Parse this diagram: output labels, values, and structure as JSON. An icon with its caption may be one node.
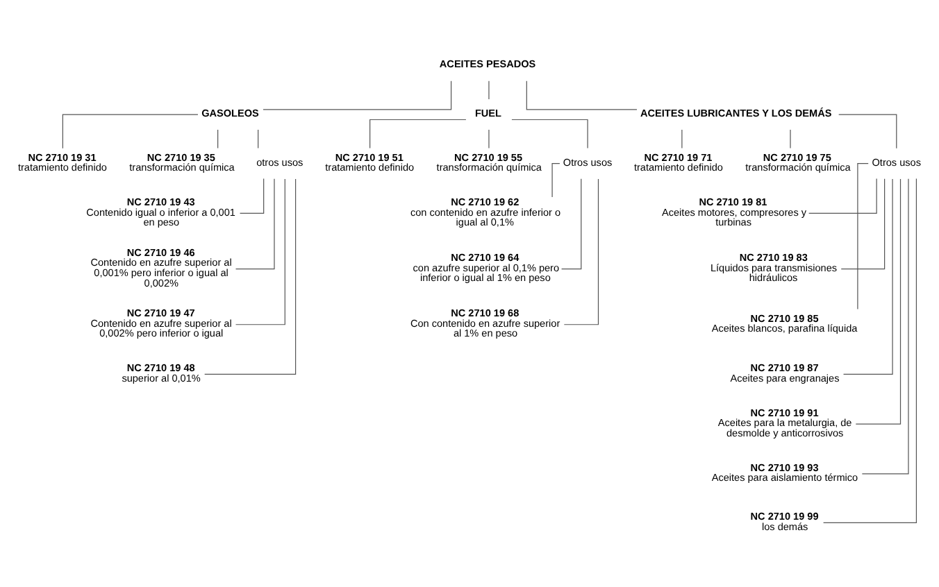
{
  "diagram": {
    "nodes": [
      {
        "text": [
          "ACEITES PESADOS"
        ]
      },
      {
        "text": [
          "GASOLEOS"
        ]
      },
      {
        "text": [
          "FUEL"
        ]
      },
      {
        "text": [
          "ACEITES LUBRICANTES Y LOS DEMÁS"
        ]
      },
      {
        "text": [
          "NC 2710 19 31",
          "tratamiento definido"
        ]
      },
      {
        "text": [
          "NC 2710 19 35",
          "transformación química"
        ]
      },
      {
        "text": [
          "otros usos"
        ]
      },
      {
        "text": [
          "NC 2710 19 43",
          "Contenido igual o inferior a 0,001 en peso"
        ]
      },
      {
        "text": [
          "NC 2710 19 46",
          "Contenido en azufre superior al 0,001% pero inferior o igual al 0,002%"
        ]
      },
      {
        "text": [
          "NC 2710 19 47",
          "Contenido en azufre superior al 0,002% pero inferior o igual"
        ]
      },
      {
        "text": [
          "NC 2710 19 48",
          "superior al 0,01%"
        ]
      },
      {
        "text": [
          "NC 2710 19 51",
          "tratamiento definido"
        ]
      },
      {
        "text": [
          "NC 2710 19 55",
          "transformación química"
        ]
      },
      {
        "text": [
          "Otros usos"
        ]
      },
      {
        "text": [
          "NC 2710 19 62",
          "con contenido en azufre inferior o igual al 0,1%"
        ]
      },
      {
        "text": [
          "NC 2710 19 64",
          "con azufre superior al 0,1% pero inferior o igual al 1% en peso"
        ]
      },
      {
        "text": [
          "NC 2710 19 68",
          "Con contenido en azufre superior al 1% en peso"
        ]
      },
      {
        "text": [
          "NC 2710 19 71",
          "tratamiento definido"
        ]
      },
      {
        "text": [
          "NC 2710 19 75",
          "transformación química"
        ]
      },
      {
        "text": [
          "Otros usos"
        ]
      },
      {
        "text": [
          "NC 2710 19 81",
          "Aceites motores, compresores y turbinas"
        ]
      },
      {
        "text": [
          "NC 2710 19 83",
          "Líquidos para transmisiones hidráulicos"
        ]
      },
      {
        "text": [
          "NC 2710 19 85",
          "Aceites blancos, parafina líquida"
        ]
      },
      {
        "text": [
          "NC 2710 19 87",
          "Aceites para engranajes"
        ]
      },
      {
        "text": [
          "NC 2710 19 91",
          "Aceites para la metalurgia, de desmolde y anticorrosivos"
        ]
      },
      {
        "text": [
          "NC 2710 19 93",
          "Aceites para aislamiento térmico"
        ]
      },
      {
        "text": [
          "NC 2710 19 99",
          "los demás"
        ]
      }
    ],
    "edges": [
      {
        "from": 0,
        "to": 1,
        "arrow": "none"
      },
      {
        "from": 0,
        "to": 2,
        "arrow": "none"
      },
      {
        "from": 0,
        "to": 3,
        "arrow": "none"
      },
      {
        "from": 1,
        "to": 4,
        "arrow": "none"
      },
      {
        "from": 1,
        "to": 5,
        "arrow": "none"
      },
      {
        "from": 1,
        "to": 6,
        "arrow": "none"
      },
      {
        "from": 6,
        "to": 7,
        "arrow": "none"
      },
      {
        "from": 6,
        "to": 8,
        "arrow": "none"
      },
      {
        "from": 6,
        "to": 9,
        "arrow": "none"
      },
      {
        "from": 6,
        "to": 10,
        "arrow": "none"
      },
      {
        "from": 2,
        "to": 11,
        "arrow": "none"
      },
      {
        "from": 2,
        "to": 12,
        "arrow": "none"
      },
      {
        "from": 2,
        "to": 13,
        "arrow": "none"
      },
      {
        "from": 13,
        "to": 14,
        "arrow": "none"
      },
      {
        "from": 13,
        "to": 15,
        "arrow": "none"
      },
      {
        "from": 13,
        "to": 16,
        "arrow": "none"
      },
      {
        "from": 3,
        "to": 17,
        "arrow": "none"
      },
      {
        "from": 3,
        "to": 18,
        "arrow": "none"
      },
      {
        "from": 3,
        "to": 19,
        "arrow": "none"
      },
      {
        "from": 19,
        "to": 20,
        "arrow": "none"
      },
      {
        "from": 19,
        "to": 21,
        "arrow": "none"
      },
      {
        "from": 19,
        "to": 22,
        "arrow": "none"
      },
      {
        "from": 19,
        "to": 23,
        "arrow": "none"
      },
      {
        "from": 19,
        "to": 24,
        "arrow": "none"
      },
      {
        "from": 19,
        "to": 25,
        "arrow": "none"
      },
      {
        "from": 19,
        "to": 26,
        "arrow": "none"
      }
    ]
  }
}
